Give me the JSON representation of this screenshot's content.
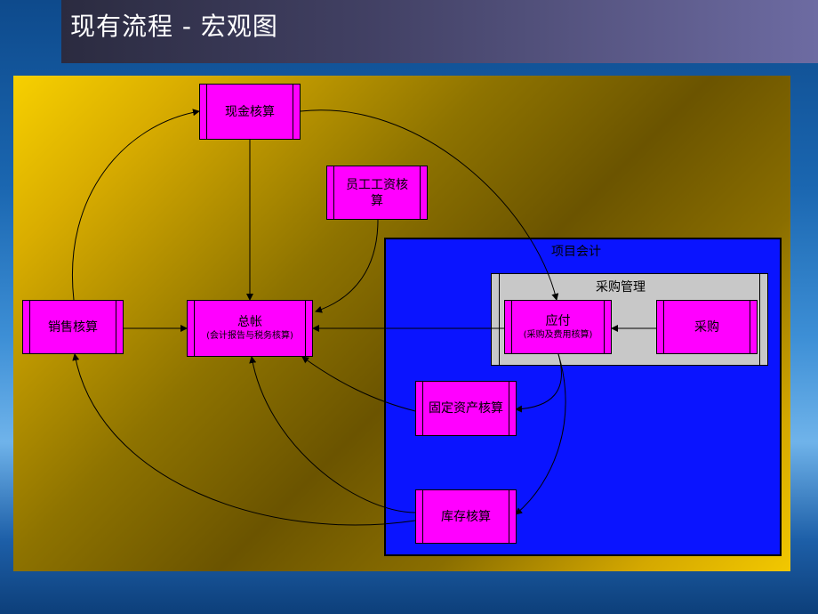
{
  "title": "现有流程 - 宏观图",
  "regions": {
    "project_accounting": "项目会计",
    "purchase_management": "采购管理"
  },
  "nodes": {
    "cash": {
      "label": "现金核算"
    },
    "payroll": {
      "label": "员工工资核算"
    },
    "sales": {
      "label": "销售核算"
    },
    "ledger": {
      "label": "总帐",
      "sub": "(会计报告与税务核算)"
    },
    "payable": {
      "label": "应付",
      "sub": "(采购及费用核算)"
    },
    "purchase": {
      "label": "采购"
    },
    "fixed_assets": {
      "label": "固定资产核算"
    },
    "inventory": {
      "label": "库存核算"
    }
  },
  "colors": {
    "node_fill": "#ff00ff",
    "project_region": "#0a14ff",
    "purchase_region": "#c8c8c8"
  }
}
